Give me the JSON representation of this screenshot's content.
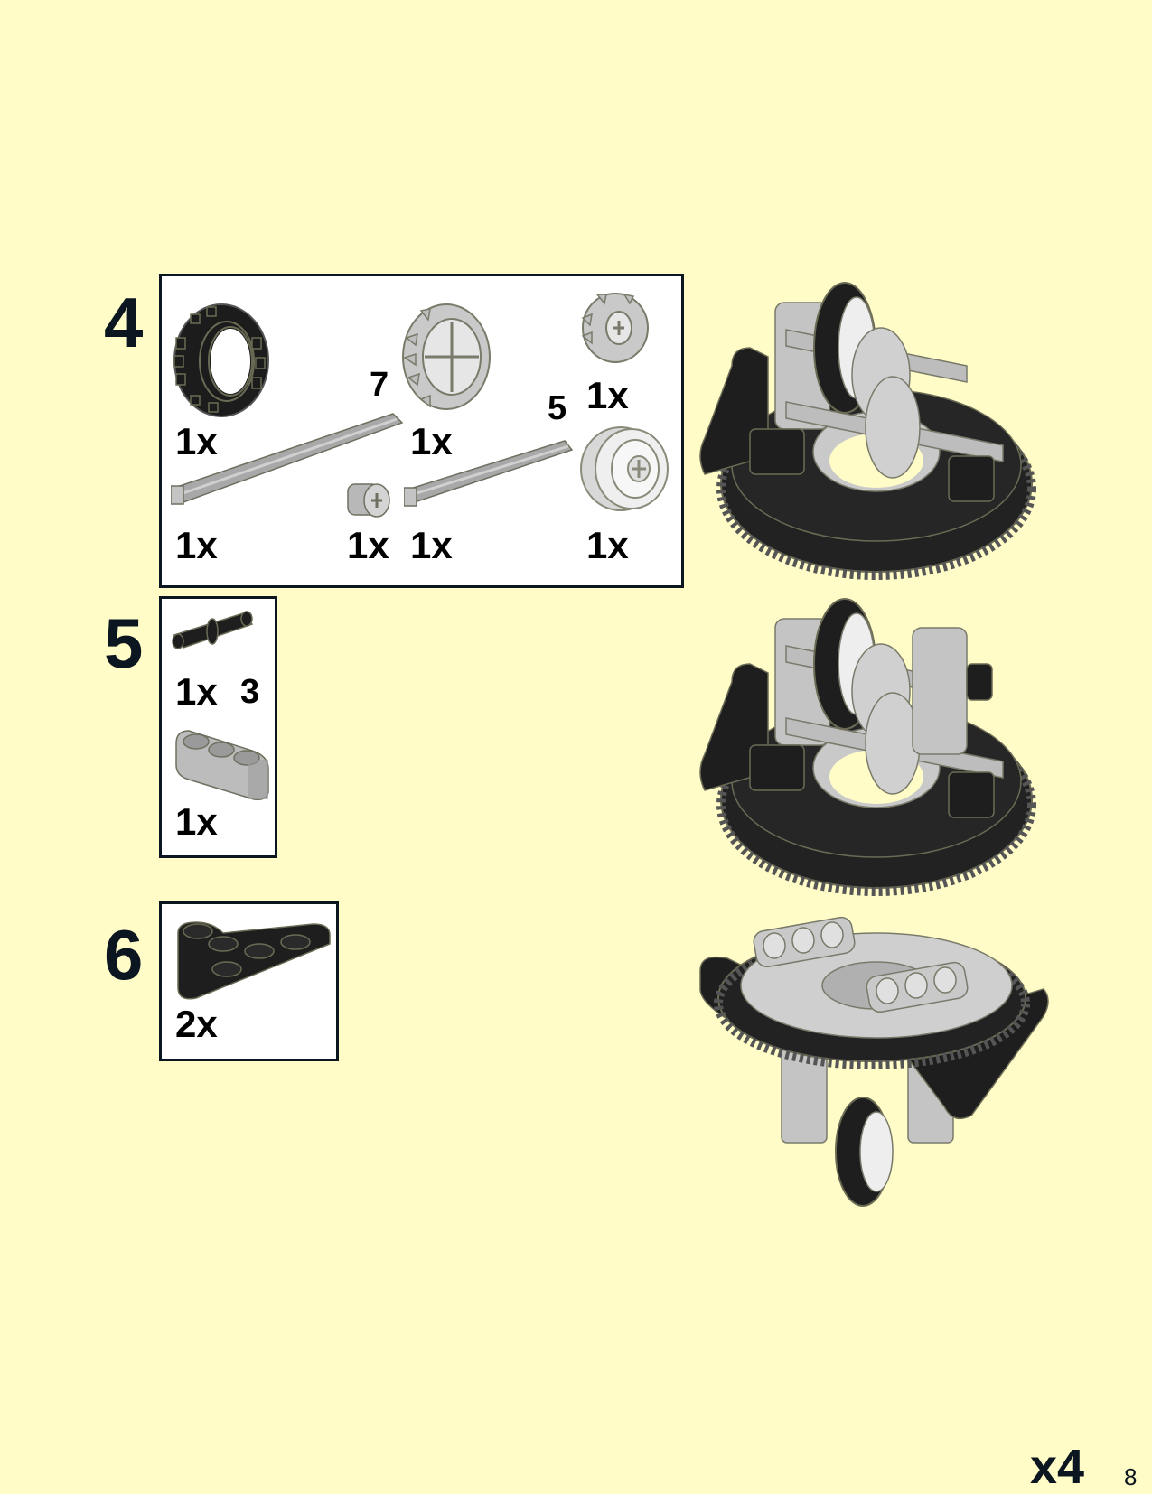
{
  "page": {
    "background_color": "#FFFCC8",
    "border_color": "#0b1620",
    "page_number": "8",
    "sub_model_multiplier": "x4"
  },
  "steps": [
    {
      "number": "4",
      "parts": [
        {
          "name": "tire-black",
          "qty": "1x",
          "length": ""
        },
        {
          "name": "axle-7-light-gray",
          "qty": "1x",
          "length": "7"
        },
        {
          "name": "gear-20-tooth-double-bevel",
          "qty": "1x",
          "length": ""
        },
        {
          "name": "gear-12-tooth-double-bevel",
          "qty": "1x",
          "length": ""
        },
        {
          "name": "bush-light-gray",
          "qty": "1x",
          "length": ""
        },
        {
          "name": "axle-5-light-gray",
          "qty": "1x",
          "length": "5"
        },
        {
          "name": "wheel-hub-white",
          "qty": "1x",
          "length": ""
        }
      ]
    },
    {
      "number": "5",
      "parts": [
        {
          "name": "pin-long-friction-black",
          "qty": "1x",
          "length": ""
        },
        {
          "name": "liftarm-thick-1x3-light-gray",
          "qty": "1x",
          "length": "3"
        }
      ]
    },
    {
      "number": "6",
      "parts": [
        {
          "name": "liftarm-triangle-black",
          "qty": "2x",
          "length": ""
        }
      ]
    }
  ],
  "assemblies": [
    {
      "step": "4",
      "description": "turntable base with axles, tire and gears"
    },
    {
      "step": "5",
      "description": "turntable base with added liftarm and pin"
    },
    {
      "step": "6",
      "description": "flipped assembly showing turntable top with triangle liftarms"
    }
  ]
}
